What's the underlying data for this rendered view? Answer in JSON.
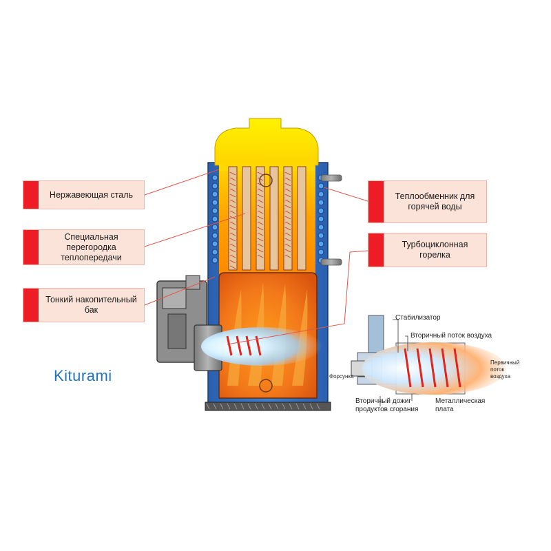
{
  "brand": {
    "logo_text": "Kiturami"
  },
  "callouts": {
    "stainless_steel": "Нержавеющая сталь",
    "heat_partition": "Специальная\nперегородка\nтеплопередачи",
    "thin_tank": "Тонкий накопительный\nбак",
    "hot_water_exchanger": "Теплообменник для\nгорячей воды",
    "turbocyclone_burner": "Турбоциклонная\nгорелка"
  },
  "burner_detail": {
    "stabilizer": "Стабилизатор",
    "secondary_air": "Вторичный поток воздуха",
    "primary_air": "Первичный\nпоток\nвоздуха",
    "nozzle": "Форсунка",
    "secondary_combustion": "Вторичный дожиг\nпродуктов сгорания",
    "metal_plate": "Металлическая\nплата"
  },
  "colors": {
    "accent_red": "#ee1c24",
    "callout_bg": "#fbe3d9",
    "jacket_blue": "#2f6fc0",
    "flame_orange": "#f07a1a",
    "logo_blue": "#1f74c2"
  }
}
